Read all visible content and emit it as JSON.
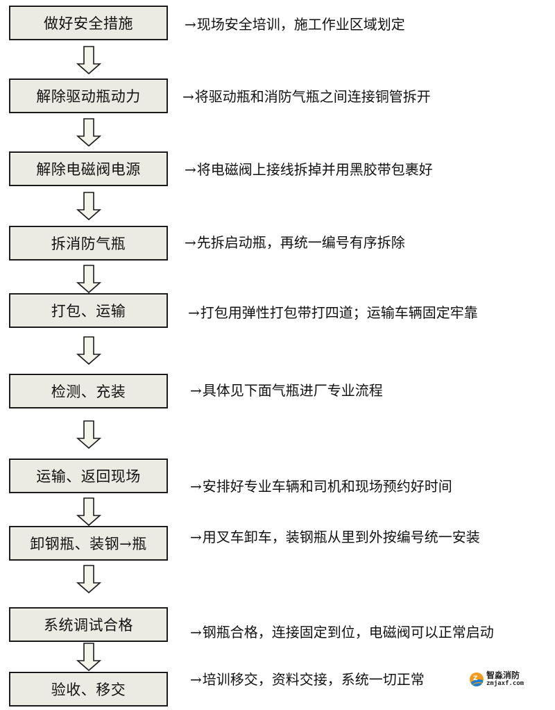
{
  "flowchart": {
    "connector_glyph": "→",
    "steps": [
      {
        "label": "做好安全措施",
        "description": "现场安全培训，施工作业区域划定"
      },
      {
        "label": "解除驱动瓶动力",
        "description": "将驱动瓶和消防气瓶之间连接铜管拆开"
      },
      {
        "label": "解除电磁阀电源",
        "description": "将电磁阀上接线拆掉并用黑胶带包裹好"
      },
      {
        "label": "拆消防气瓶",
        "description": "先拆启动瓶，再统一编号有序拆除"
      },
      {
        "label": "打包、运输",
        "description": "打包用弹性打包带打四道；运输车辆固定牢靠"
      },
      {
        "label": "检测、充装",
        "description": "具体见下面气瓶进厂专业流程"
      },
      {
        "label": "运输、返回现场",
        "description": "安排好专业车辆和司机和现场预约好时间"
      },
      {
        "label": "卸钢瓶、装钢→瓶",
        "description": "用叉车卸车，装钢瓶从里到外按编号统一安装"
      },
      {
        "label": "系统调试合格",
        "description": "钢瓶合格，连接固定到位，电磁阀可以正常启动"
      },
      {
        "label": "验收、移交",
        "description": "培训移交，资料交接，系统一切正常"
      }
    ]
  },
  "watermark": {
    "name": "智淼消防",
    "url": "zmjaxf.com"
  },
  "colors": {
    "box_fill": "#ecebe3",
    "box_border": "#1a1a1a",
    "arrow_fill": "#f4f3ec",
    "text": "#111111",
    "logo_orange": "#f39a1e",
    "logo_blue": "#1c7fd0"
  }
}
